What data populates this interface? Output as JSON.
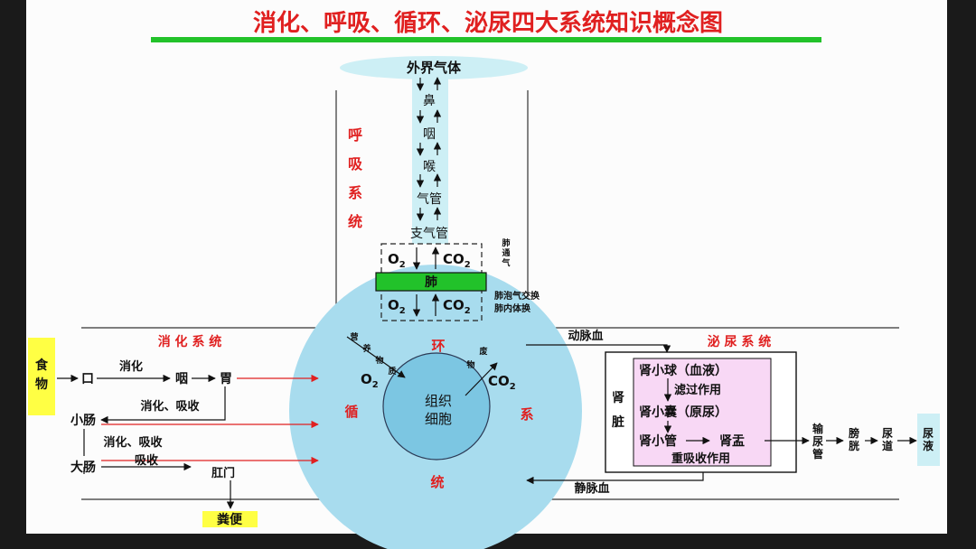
{
  "title": "消化、呼吸、循环、泌尿四大系统知识概念图",
  "colors": {
    "title": "#e02020",
    "accent_green": "#22c22a",
    "pale_blue": "#cdeff5",
    "circle_blue": "#a8dcee",
    "kidney_pink": "#f8d8f5",
    "food_yellow": "#ffff44"
  },
  "respiratory": {
    "system_chars": [
      "呼",
      "吸",
      "系",
      "统"
    ],
    "outside_air": "外界气体",
    "path": [
      "鼻",
      "咽",
      "喉",
      "气管",
      "支气管"
    ],
    "lung": "肺",
    "lung_ventilation": [
      "肺",
      "通",
      "气"
    ],
    "alveolar_exchange": [
      "肺泡气交换",
      "肺内体换"
    ],
    "o2": "O",
    "co2": "CO",
    "sub2": "2"
  },
  "circulatory": {
    "system_chars": [
      "环",
      "循",
      "系",
      "统"
    ],
    "nutrients": [
      "营",
      "养",
      "物",
      "质"
    ],
    "waste": [
      "废",
      "物"
    ],
    "o2": "O",
    "co2": "CO",
    "sub2": "2",
    "cell": [
      "组织",
      "细胞"
    ],
    "arterial": "动脉血",
    "venous": "静脉血"
  },
  "digestive": {
    "system_title": "消 化 系 统",
    "food": [
      "食",
      "物"
    ],
    "mouth": "口",
    "digestion": "消化",
    "pharynx": "咽",
    "stomach": "胃",
    "digest_absorb1": "消化、吸收",
    "small_intestine": "小肠",
    "digest_absorb2": "消化、吸收",
    "large_intestine": "大肠",
    "absorb": "吸收",
    "anus": "肛门",
    "feces": "粪便"
  },
  "urinary": {
    "system_title": "泌 尿 系 统",
    "kidney": [
      "肾",
      "脏"
    ],
    "glomerulus": "肾小球（血液）",
    "filtration": "滤过作用",
    "capsule": "肾小囊（原尿）",
    "tubule": "肾小管",
    "pelvis": "肾盂",
    "reabsorption": "重吸收作用",
    "ureter": [
      "输",
      "尿",
      "管"
    ],
    "bladder": [
      "膀",
      "胱"
    ],
    "urethra": [
      "尿",
      "道"
    ],
    "urine": [
      "尿",
      "液"
    ]
  }
}
